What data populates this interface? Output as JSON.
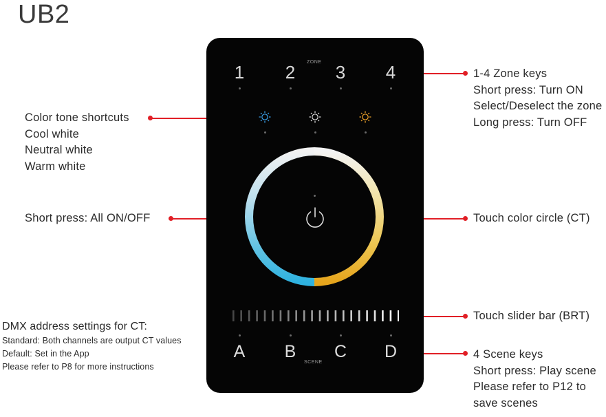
{
  "title": "UB2",
  "panel": {
    "zone_label": "ZONE",
    "scene_label": "SCENE",
    "zone_keys": [
      "1",
      "2",
      "3",
      "4"
    ],
    "scene_keys": [
      "A",
      "B",
      "C",
      "D"
    ],
    "tone_icons": [
      "cool-white-sun-icon",
      "neutral-white-sun-icon",
      "warm-white-sun-icon"
    ],
    "tone_colors": [
      "#3aa0ea",
      "#dddddd",
      "#f4a62a"
    ]
  },
  "annotations": {
    "color_tone": [
      "Color tone shortcuts",
      "Cool white",
      "Neutral white",
      "Warm white"
    ],
    "all_onoff": "Short press: All ON/OFF",
    "dmx": [
      "DMX address settings for CT:",
      "Standard: Both channels are output CT values",
      "Default: Set in the App",
      "Please refer to P8 for more instructions"
    ],
    "zone_keys": [
      "1-4 Zone keys",
      "Short press: Turn ON",
      "Select/Deselect the zone",
      "Long press: Turn OFF"
    ],
    "color_circle": "Touch color circle (CT)",
    "slider": "Touch slider bar (BRT)",
    "scene_keys": [
      "4 Scene keys",
      "Short press: Play scene",
      "Please refer to P12 to",
      "save scenes"
    ]
  },
  "colors": {
    "leader": "#e11f26",
    "panel": "#050505"
  }
}
